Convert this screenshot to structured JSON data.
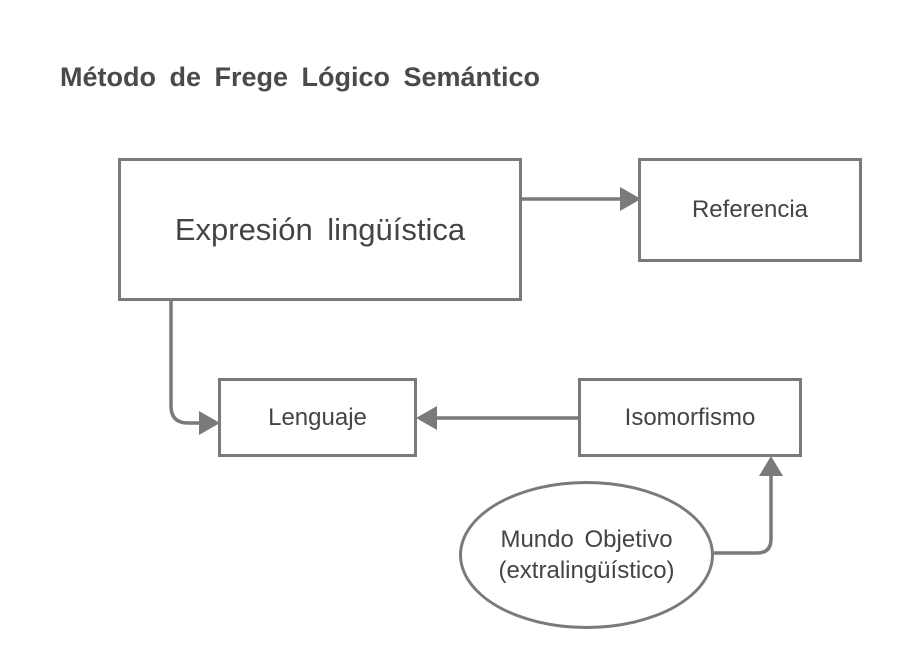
{
  "title": "Método de Frege Lógico Semántico",
  "nodes": {
    "expresion": "Expresión lingüística",
    "referencia": "Referencia",
    "lenguaje": "Lenguaje",
    "isomorfismo": "Isomorfismo",
    "mundo_line1": "Mundo Objetivo",
    "mundo_line2": "(extralingüístico)"
  },
  "edges": [
    {
      "from": "expresion",
      "to": "referencia"
    },
    {
      "from": "expresion",
      "to": "lenguaje"
    },
    {
      "from": "isomorfismo",
      "to": "lenguaje"
    },
    {
      "from": "mundo",
      "to": "isomorfismo"
    }
  ],
  "colors": {
    "stroke": "#7a7a7a",
    "text": "#444444",
    "background": "#ffffff"
  }
}
